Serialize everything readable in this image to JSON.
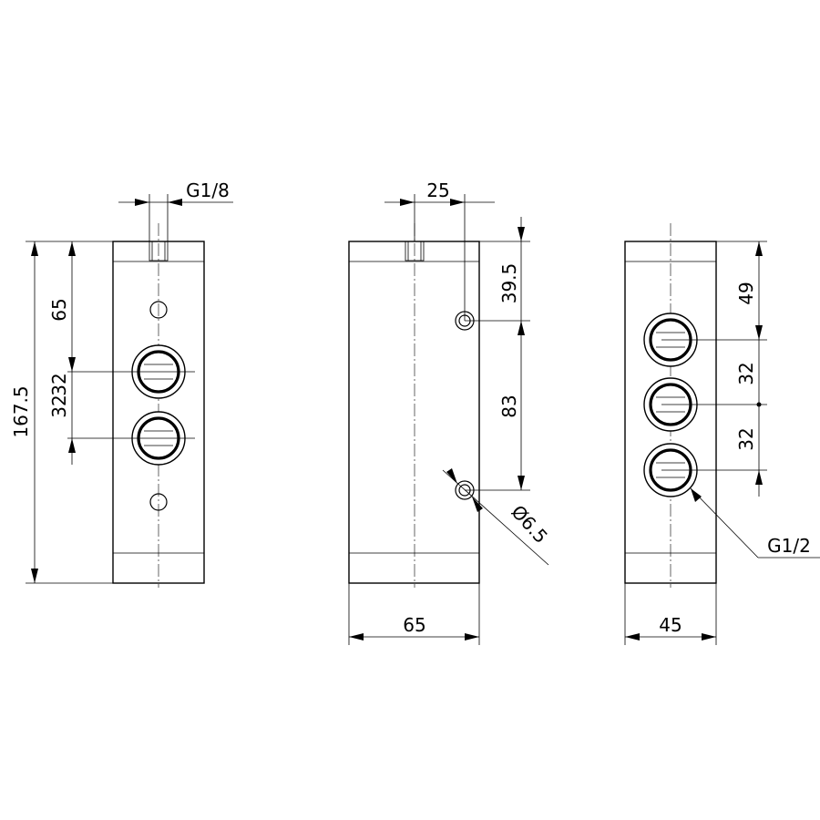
{
  "drawing": {
    "dimensions": {
      "left_port_thread": "G1/8",
      "left_total_height": "167.5",
      "left_upper": "65",
      "left_pitch_1": "32",
      "left_pitch_2": "32",
      "middle_top_offset": "25",
      "middle_first_hole": "39.5",
      "middle_hole_spacing": "83",
      "middle_hole_diameter": "Ø6.5",
      "middle_width": "65",
      "right_upper": "49",
      "right_pitch_1": "32",
      "right_pitch_2": "32",
      "right_port_thread": "G1/2",
      "right_width": "45"
    }
  }
}
